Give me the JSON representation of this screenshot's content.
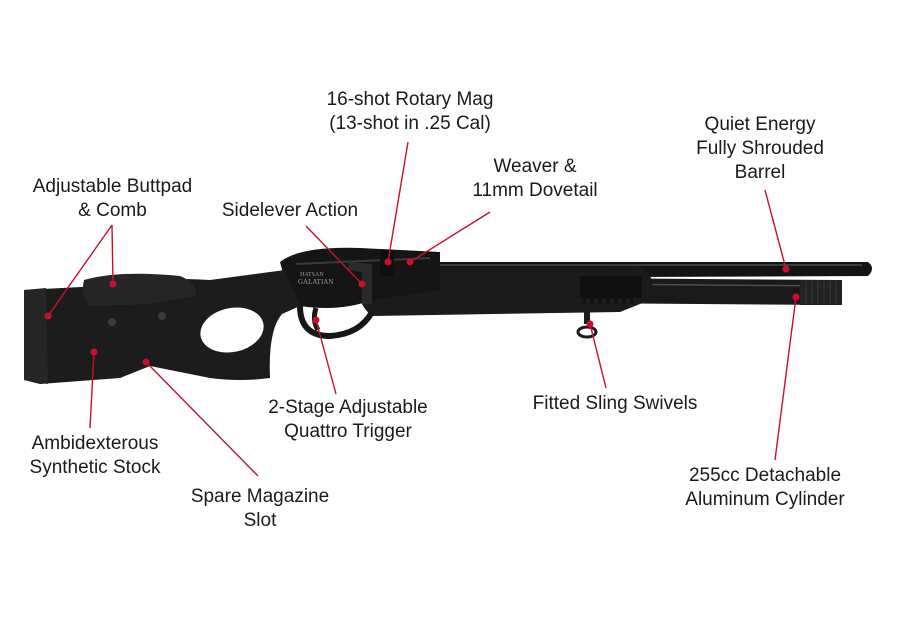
{
  "colors": {
    "callout": "#c8102e",
    "gun": "#151515",
    "gun_highlight": "#3a3a3a",
    "text": "#1a1a1a"
  },
  "callouts": {
    "rotary_mag": {
      "lines": [
        "16-shot Rotary Mag",
        "(13-shot in .25 Cal)"
      ]
    },
    "barrel": {
      "lines": [
        "Quiet Energy",
        "Fully Shrouded",
        "Barrel"
      ]
    },
    "weaver": {
      "lines": [
        "Weaver &",
        "11mm Dovetail"
      ]
    },
    "buttpad": {
      "lines": [
        "Adjustable Buttpad",
        "& Comb"
      ]
    },
    "sidelever": {
      "lines": [
        "Sidelever Action"
      ]
    },
    "trigger": {
      "lines": [
        "2-Stage Adjustable",
        "Quattro Trigger"
      ]
    },
    "sling": {
      "lines": [
        "Fitted Sling Swivels"
      ]
    },
    "stock": {
      "lines": [
        "Ambidexterous",
        "Synthetic Stock"
      ]
    },
    "cylinder": {
      "lines": [
        "255cc Detachable",
        "Aluminum Cylinder"
      ]
    },
    "spare_mag": {
      "lines": [
        "Spare Magazine",
        "Slot"
      ]
    }
  },
  "receiver_marking": {
    "line1": "HATSAN",
    "line2": "GALATIAN"
  }
}
